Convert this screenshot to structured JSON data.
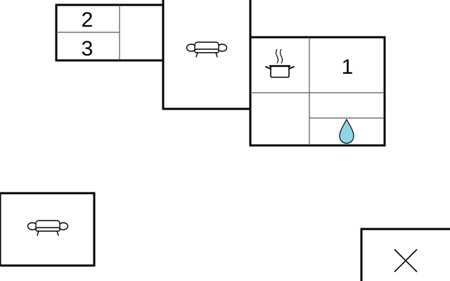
{
  "floorplan": {
    "room_labels": {
      "upper_left_top": "2",
      "upper_left_bottom": "3",
      "right_upper": "1"
    },
    "icons": {
      "sofa_main": "sofa-icon",
      "pot": "cooking-pot-icon",
      "water": "water-drop-icon",
      "sofa_lower": "sofa-icon",
      "cross": "close-icon"
    },
    "colors": {
      "wall": "#000000",
      "inner_wall": "#555555",
      "water": "#8fd6e6",
      "background": "#ffffff"
    }
  }
}
